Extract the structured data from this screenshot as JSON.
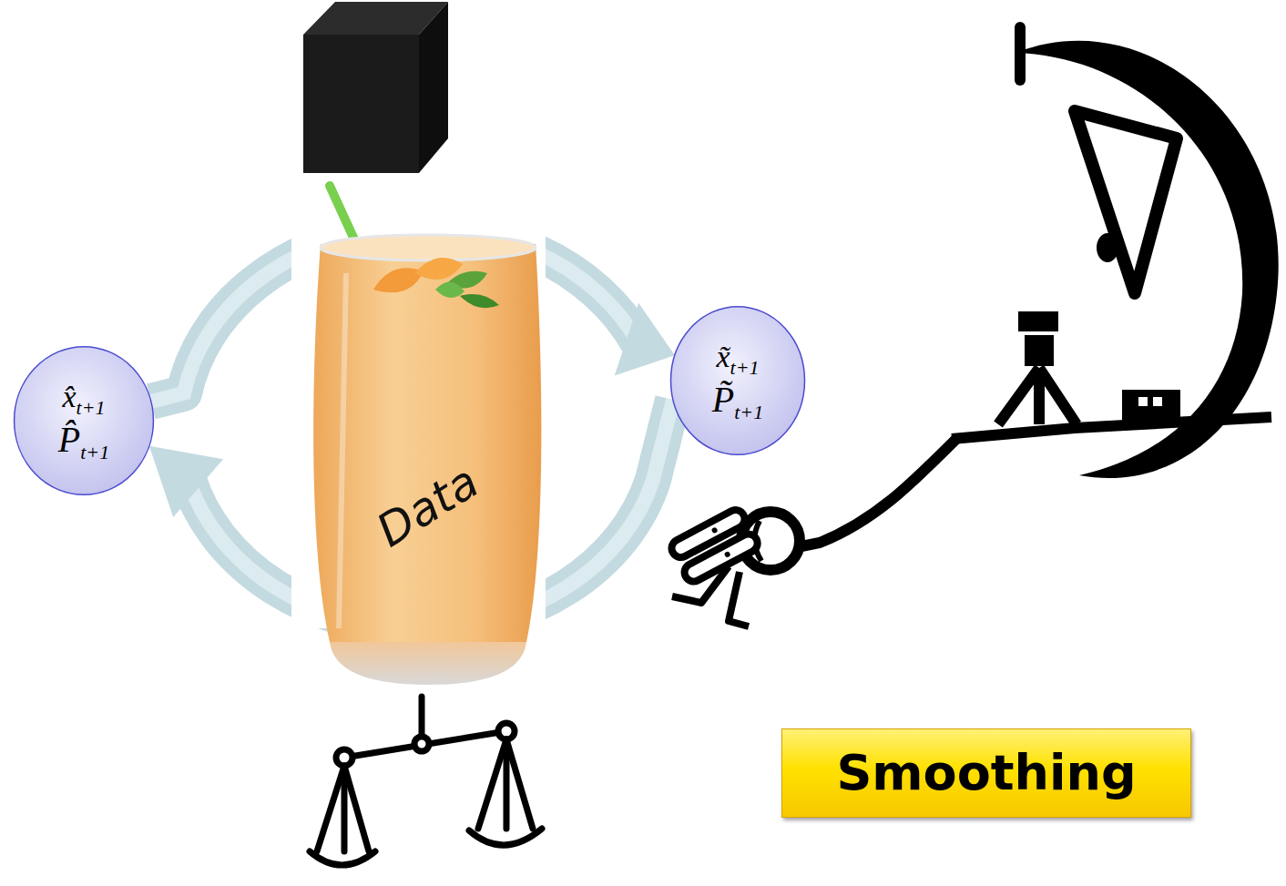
{
  "diagram": {
    "nodes": [
      {
        "text": [
          "x̂",
          "t+1",
          "P̂",
          "t+1"
        ]
      },
      {
        "text": [
          "x̃",
          "t+1",
          "P̃",
          "t+1"
        ]
      },
      {
        "text": [
          "Smoothing"
        ]
      }
    ],
    "edges": [
      {
        "from": 0,
        "to": 1,
        "arrow": "to"
      },
      {
        "from": 1,
        "to": 0,
        "arrow": "to"
      }
    ],
    "labels": [
      "Data"
    ]
  }
}
